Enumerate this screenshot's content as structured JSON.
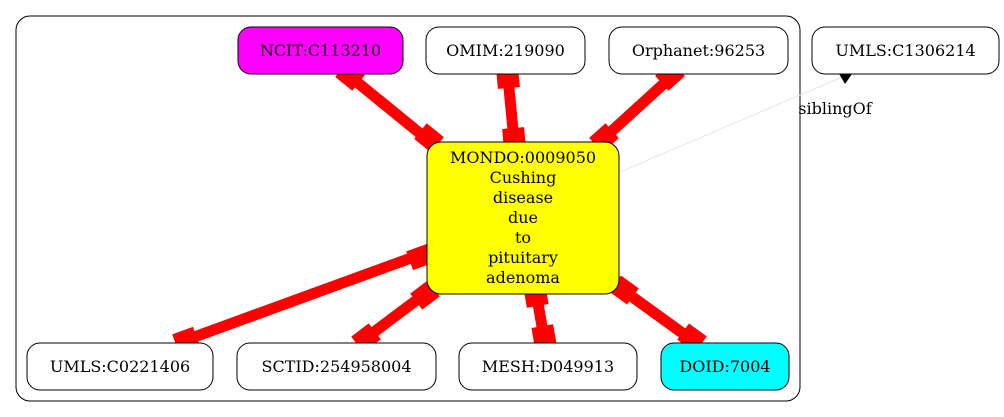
{
  "diagram": {
    "center": {
      "id": "MONDO:0009050",
      "lines": [
        "MONDO:0009050",
        "Cushing",
        "disease",
        "due",
        "to",
        "pituitary",
        "adenoma"
      ],
      "fill": "#ffff00"
    },
    "nodes": [
      {
        "key": "ncit",
        "label": "NCIT:C113210",
        "fill": "#ff00ff"
      },
      {
        "key": "omim",
        "label": "OMIM:219090",
        "fill": "#ffffff"
      },
      {
        "key": "orphanet",
        "label": "Orphanet:96253",
        "fill": "#ffffff"
      },
      {
        "key": "umls-c1306214",
        "label": "UMLS:C1306214",
        "fill": "#ffffff"
      },
      {
        "key": "umls-c0221406",
        "label": "UMLS:C0221406",
        "fill": "#ffffff"
      },
      {
        "key": "sctid",
        "label": "SCTID:254958004",
        "fill": "#ffffff"
      },
      {
        "key": "mesh",
        "label": "MESH:D049913",
        "fill": "#ffffff"
      },
      {
        "key": "doid",
        "label": "DOID:7004",
        "fill": "#00ffff"
      }
    ],
    "edges": [
      {
        "from": "ncit",
        "to": "center",
        "style": "equivalent"
      },
      {
        "from": "omim",
        "to": "center",
        "style": "equivalent"
      },
      {
        "from": "orphanet",
        "to": "center",
        "style": "equivalent"
      },
      {
        "from": "umls-c0221406",
        "to": "center",
        "style": "equivalent"
      },
      {
        "from": "sctid",
        "to": "center",
        "style": "equivalent"
      },
      {
        "from": "mesh",
        "to": "center",
        "style": "equivalent"
      },
      {
        "from": "doid",
        "to": "center",
        "style": "equivalent"
      },
      {
        "from": "center",
        "to": "umls-c1306214",
        "style": "thin",
        "label": "siblingOf"
      }
    ],
    "colors": {
      "equivalent_edge": "#ff0000",
      "thin_edge": "#e6e6e6",
      "border": "#000000"
    }
  }
}
